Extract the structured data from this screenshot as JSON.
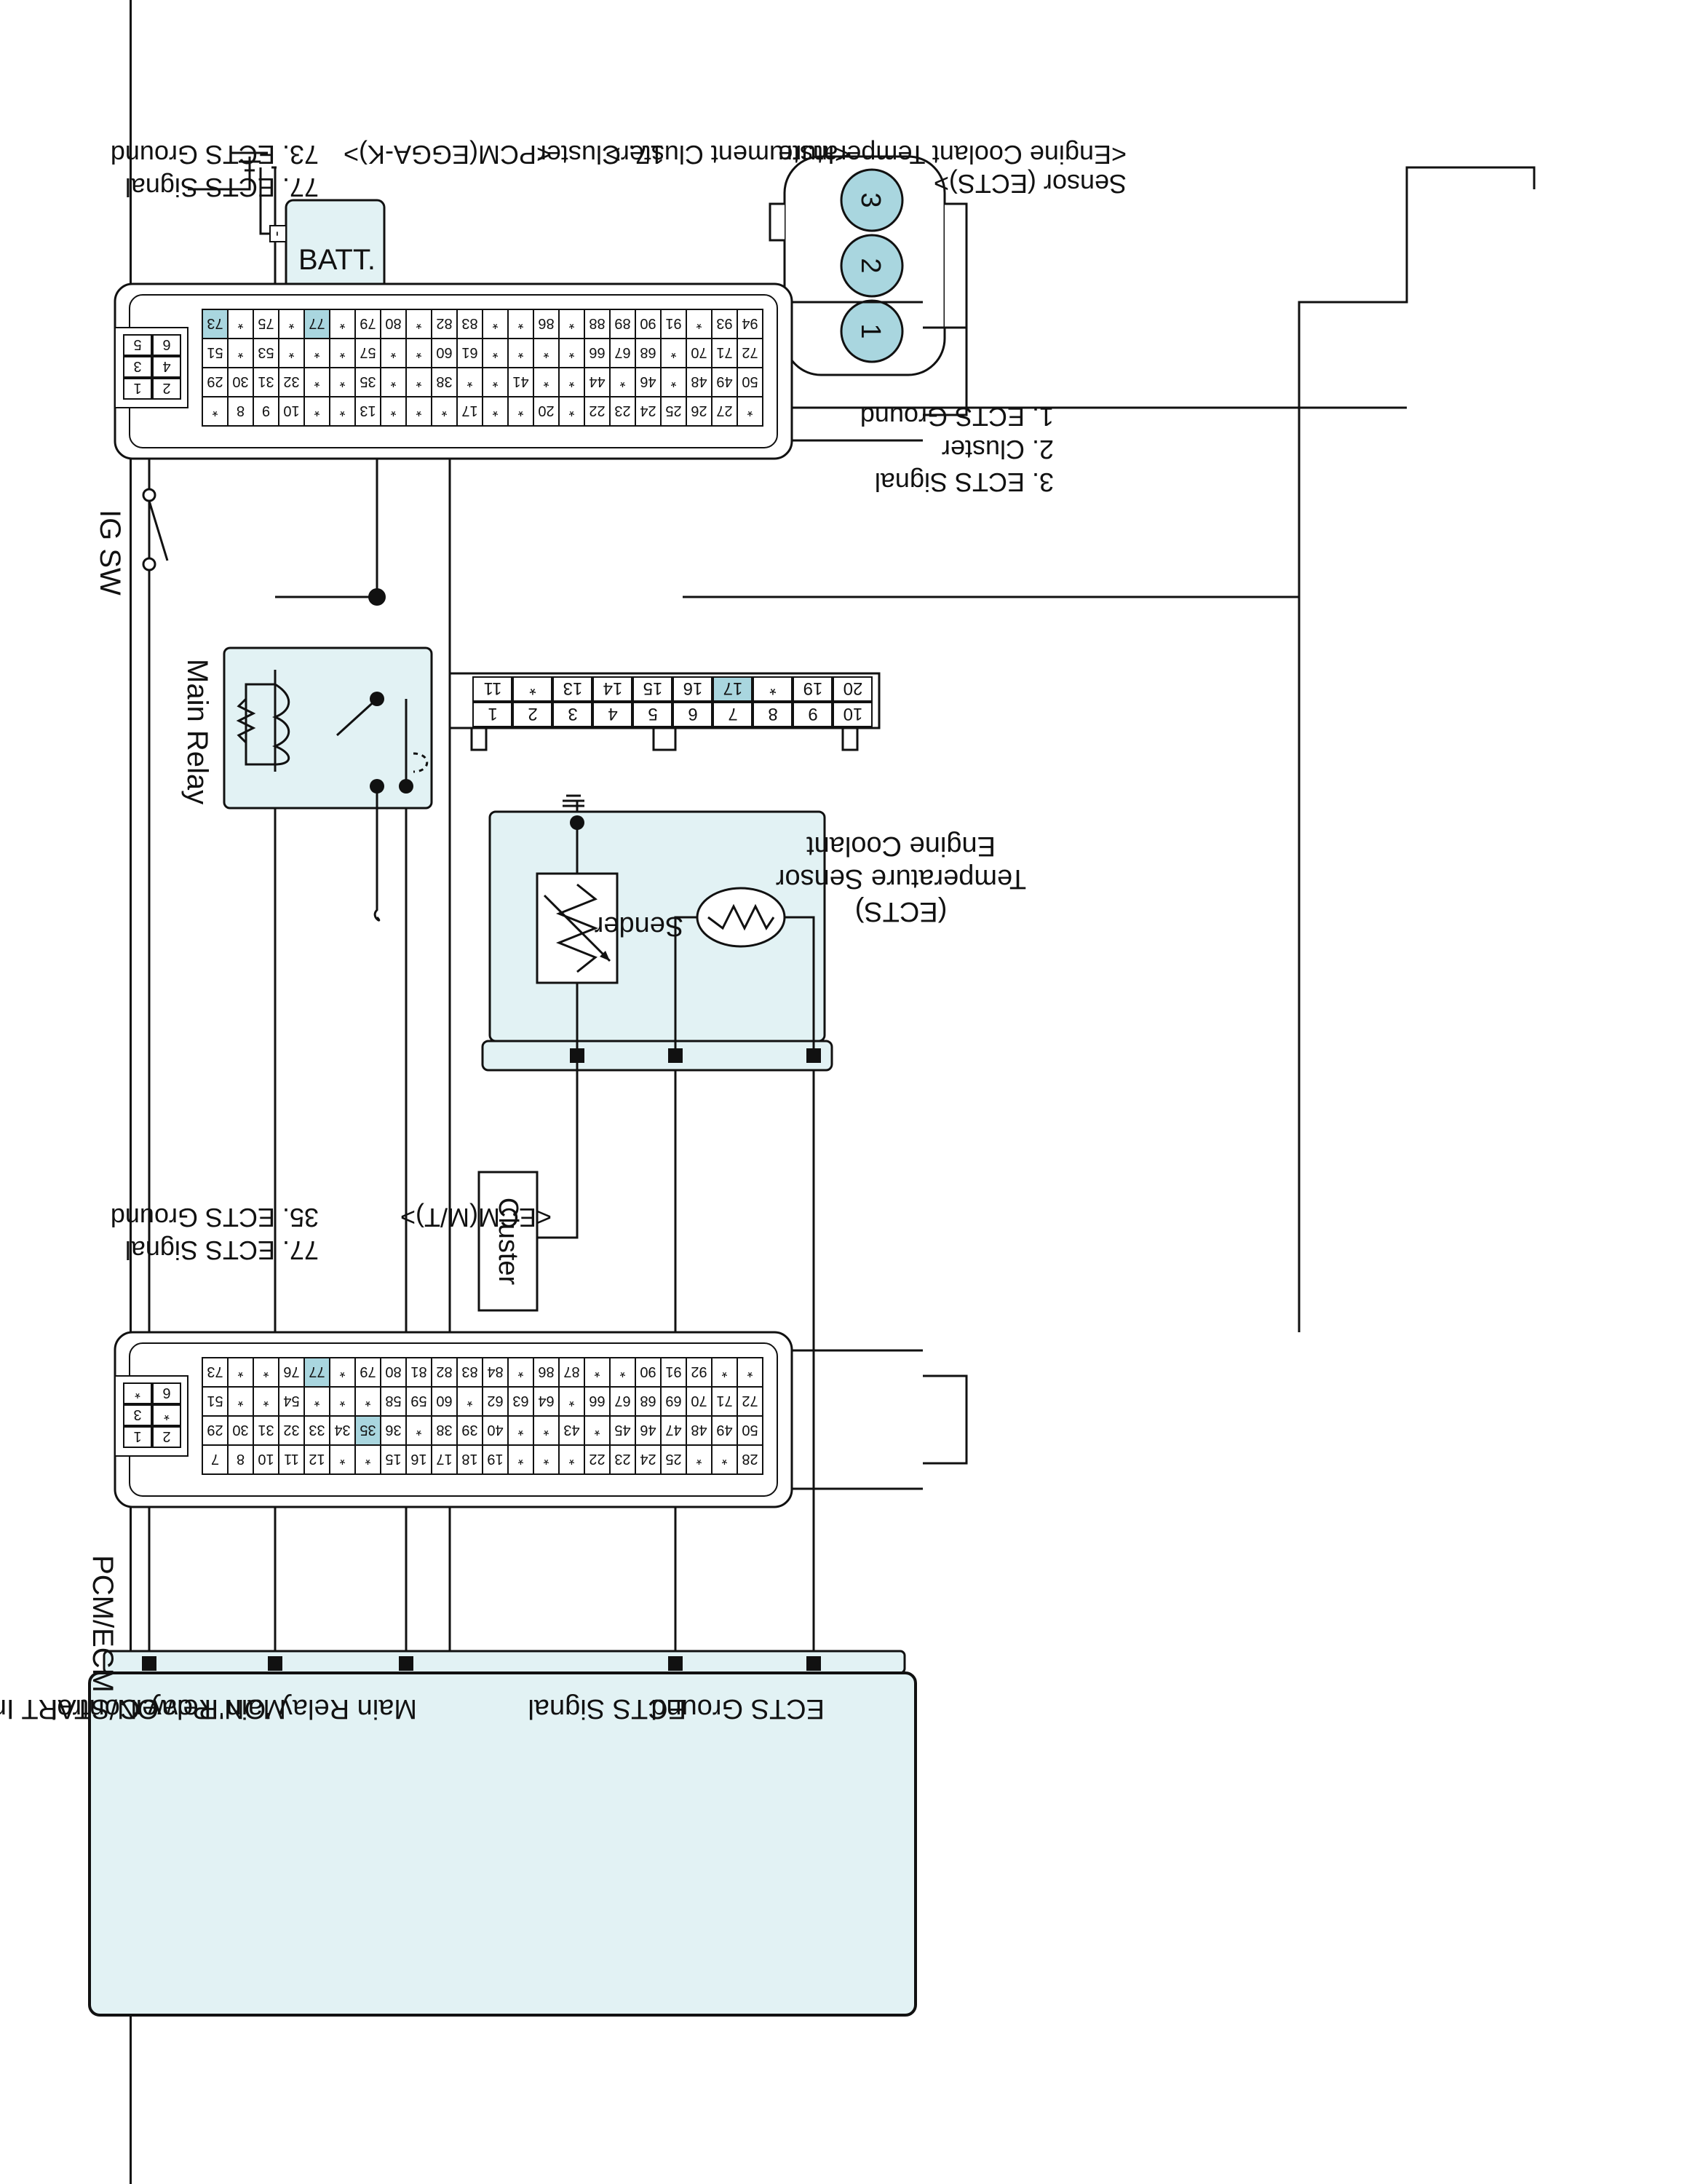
{
  "battery": {
    "label": "BATT.",
    "pos": "+",
    "neg": "-"
  },
  "ig_switch": {
    "label": "IG SW"
  },
  "main_relay": {
    "label": "Main Relay"
  },
  "ects_block": {
    "sender_label": "Sender",
    "name_lines": [
      "Engine Coolant",
      "Temperature Sensor",
      "(ECTS)"
    ]
  },
  "cluster_box": {
    "label": "Cluster"
  },
  "pcm_ecm": {
    "title": "PCM/ECM",
    "pins": [
      "ON/START Input",
      "Main Relay Control",
      "Main Relay 'ON' Power",
      "ECTS Signal",
      "ECTS Ground"
    ]
  },
  "ects_connector": {
    "title_lines": [
      "<Engine Coolant Temperature",
      "Sensor (ECTS)>"
    ],
    "pins": [
      "3",
      "2",
      "1"
    ],
    "legend": [
      "1. ECTS Ground",
      "2. Cluster",
      "3. ECTS Signal"
    ]
  },
  "cluster_connector": {
    "title": "<Instrument Cluster>",
    "top_row": [
      "10",
      "9",
      "8",
      "7",
      "6",
      "5",
      "4",
      "3",
      "2",
      "1"
    ],
    "bottom_row": [
      "20",
      "19",
      "*",
      "17",
      "16",
      "15",
      "14",
      "13",
      "*",
      "11"
    ],
    "highlight": "17",
    "legend": [
      "17. Cluster"
    ]
  },
  "pcm_connector": {
    "title": "<PCM(EGGA-K)>",
    "rows": [
      [
        "94",
        "93",
        "*",
        "91",
        "90",
        "89",
        "88",
        "*",
        "86",
        "*",
        "*",
        "83",
        "82",
        "*",
        "80",
        "79",
        "*",
        "77",
        "*",
        "75",
        "*",
        "73"
      ],
      [
        "72",
        "71",
        "70",
        "*",
        "68",
        "67",
        "66",
        "*",
        "*",
        "*",
        "*",
        "61",
        "60",
        "*",
        "*",
        "57",
        "*",
        "*",
        "*",
        "53",
        "*",
        "51"
      ],
      [
        "50",
        "49",
        "48",
        "*",
        "46",
        "*",
        "44",
        "*",
        "*",
        "41",
        "*",
        "*",
        "38",
        "*",
        "*",
        "35",
        "*",
        "*",
        "32",
        "31",
        "30",
        "29"
      ],
      [
        "*",
        "27",
        "26",
        "25",
        "24",
        "23",
        "22",
        "*",
        "20",
        "*",
        "*",
        "17",
        "*",
        "*",
        "*",
        "13",
        "*",
        "*",
        "10",
        "9",
        "8",
        "*"
      ]
    ],
    "aux": [
      [
        "6",
        "5"
      ],
      [
        "4",
        "3"
      ],
      [
        "2",
        "1"
      ]
    ],
    "highlights": [
      "73",
      "77"
    ],
    "legend": [
      "73. ECTS Ground",
      "77. ECTS Signal"
    ]
  },
  "ecm_connector": {
    "title": "<ECM(M/T)>",
    "rows": [
      [
        "*",
        "*",
        "92",
        "91",
        "90",
        "*",
        "*",
        "87",
        "86",
        "*",
        "84",
        "83",
        "82",
        "81",
        "80",
        "79",
        "*",
        "77",
        "76",
        "*",
        "*",
        "73"
      ],
      [
        "72",
        "71",
        "70",
        "69",
        "68",
        "67",
        "66",
        "*",
        "64",
        "63",
        "62",
        "*",
        "60",
        "59",
        "58",
        "*",
        "*",
        "*",
        "54",
        "*",
        "*",
        "51"
      ],
      [
        "50",
        "49",
        "48",
        "47",
        "46",
        "45",
        "*",
        "43",
        "*",
        "*",
        "40",
        "39",
        "38",
        "*",
        "36",
        "35",
        "34",
        "33",
        "32",
        "31",
        "30",
        "29"
      ],
      [
        "28",
        "*",
        "*",
        "25",
        "24",
        "23",
        "22",
        "*",
        "*",
        "*",
        "19",
        "18",
        "17",
        "16",
        "15",
        "*",
        "*",
        "12",
        "11",
        "10",
        "8",
        "7"
      ]
    ],
    "aux": [
      [
        "6",
        "*"
      ],
      [
        "*",
        "3"
      ],
      [
        "2",
        "1"
      ]
    ],
    "highlights": [
      "35",
      "77"
    ],
    "legend": [
      "35. ECTS Ground",
      "77. ECTS Signal"
    ]
  },
  "colors": {
    "highlight": "#a9d6df",
    "component_fill": "#e2f2f4",
    "line": "#111111"
  }
}
